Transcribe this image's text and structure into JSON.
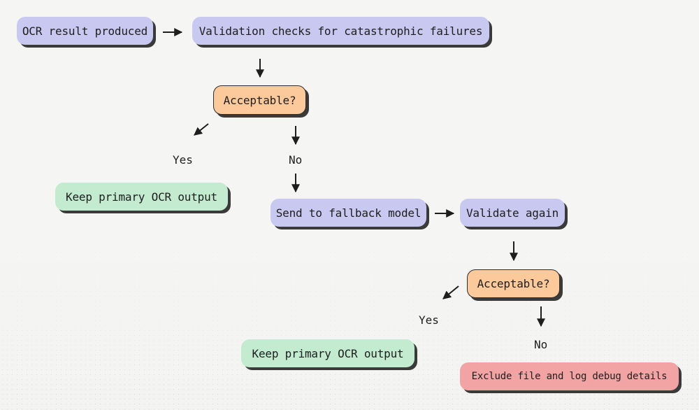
{
  "nodes": {
    "ocr_result": "OCR result produced",
    "validation_checks": "Validation checks for catastrophic failures",
    "acceptable_1": "Acceptable?",
    "keep_primary_1": "Keep primary OCR output",
    "send_fallback": "Send to fallback model",
    "validate_again": "Validate again",
    "acceptable_2": "Acceptable?",
    "keep_primary_2": "Keep primary OCR output",
    "exclude_file": "Exclude file and log debug details"
  },
  "edge_labels": {
    "yes_1": "Yes",
    "no_1": "No",
    "yes_2": "Yes",
    "no_2": "No"
  },
  "colors": {
    "process": "#c8c8f0",
    "decision": "#fbc99a",
    "success": "#c2ebd0",
    "failure": "#f2a3a3"
  }
}
